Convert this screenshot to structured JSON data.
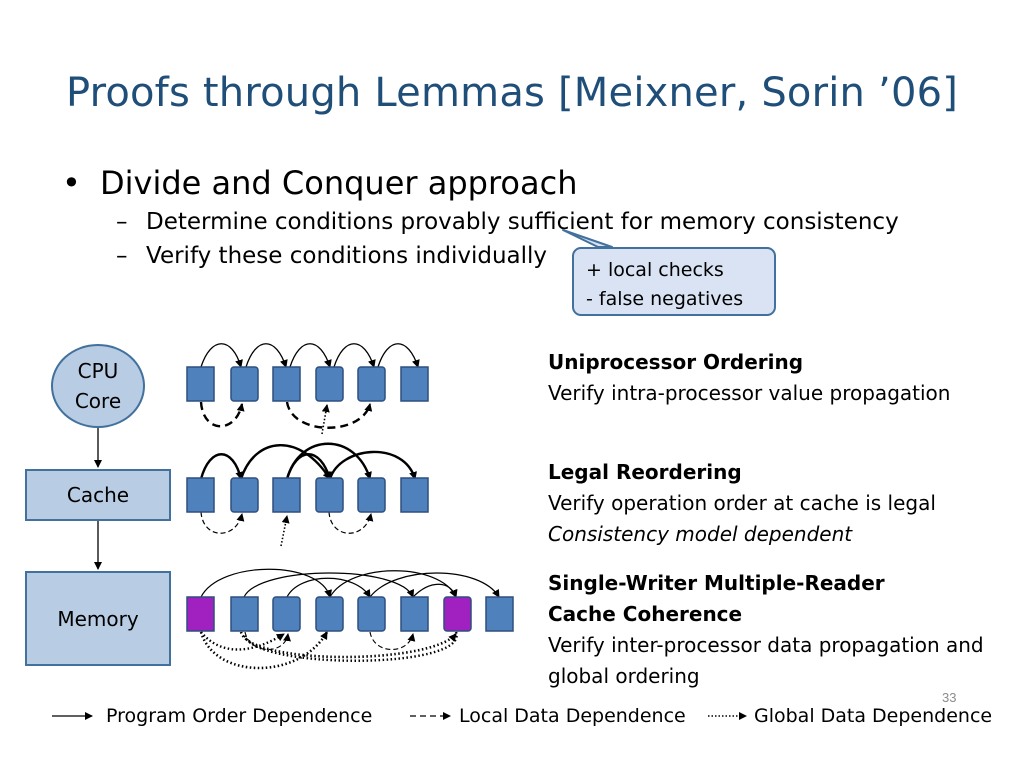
{
  "title": "Proofs through Lemmas [Meixner, Sorin ’06]",
  "bullet": {
    "symbol": "•",
    "text": "Divide and Conquer approach",
    "subitems": [
      {
        "dash": "–",
        "text": "Determine conditions provably sufficient for memory consistency"
      },
      {
        "dash": "–",
        "text": "Verify these conditions individually"
      }
    ]
  },
  "callout": {
    "line1": "+ local checks",
    "line2": "- false negatives"
  },
  "hierarchy": {
    "cpu_line1": "CPU",
    "cpu_line2": "Core",
    "cache": "Cache",
    "memory": "Memory"
  },
  "sections": {
    "uniprocessor": {
      "heading": "Uniprocessor Ordering",
      "line1": "Verify intra-processor value propagation"
    },
    "reordering": {
      "heading": "Legal Reordering",
      "line1": "Verify operation order at cache is legal",
      "line2": "Consistency model dependent"
    },
    "coherence": {
      "heading1": "Single-Writer Multiple-Reader",
      "heading2": "Cache Coherence",
      "line1": "Verify inter-processor data propagation and",
      "line2": "global ordering"
    }
  },
  "legend": {
    "program_order": "Program Order Dependence",
    "local_data": "Local Data Dependence",
    "global_data": "Global Data Dependence"
  },
  "page_number": "33",
  "colors": {
    "title": "#1f4e79",
    "box_fill": "#4f81bd",
    "box_stroke": "#2f4f7f",
    "highlight_fill": "#a020c0",
    "panel_fill": "#b8cce4",
    "callout_fill": "#dae3f3"
  }
}
